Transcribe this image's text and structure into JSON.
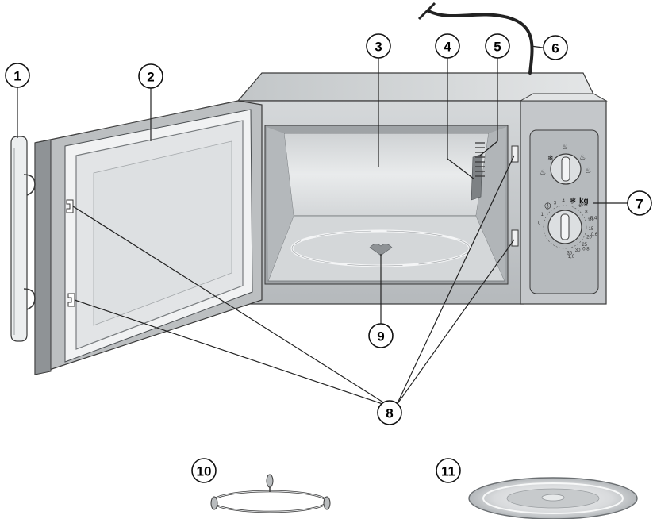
{
  "callouts": [
    {
      "label": "1",
      "part": "door-latch-hooks"
    },
    {
      "label": "2",
      "part": "door-window"
    },
    {
      "label": "3",
      "part": "oven-cavity"
    },
    {
      "label": "4",
      "part": "waveguide-cover"
    },
    {
      "label": "5",
      "part": "ventilation-opening"
    },
    {
      "label": "6",
      "part": "power-cord"
    },
    {
      "label": "7",
      "part": "control-panel"
    },
    {
      "label": "8",
      "part": "door-safety-lock-system"
    },
    {
      "label": "9",
      "part": "turntable-coupler"
    },
    {
      "label": "10",
      "part": "roller-ring"
    },
    {
      "label": "11",
      "part": "glass-turntable"
    }
  ],
  "control_panel": {
    "weight_unit": "kg",
    "timer_marks": [
      "0",
      "1",
      "2",
      "3",
      "4",
      "5",
      "6",
      "8",
      "10",
      "15",
      "20",
      "25",
      "30",
      "35"
    ],
    "weight_marks": [
      "0,2",
      "0,4",
      "0,6",
      "0,8",
      "1,0"
    ]
  },
  "colors": {
    "body": "#c9ccce",
    "body_dark": "#9ea2a5",
    "cavity": "#dfe1e2",
    "line": "#3a3a3a",
    "door_frame": "#b8bbbd"
  }
}
